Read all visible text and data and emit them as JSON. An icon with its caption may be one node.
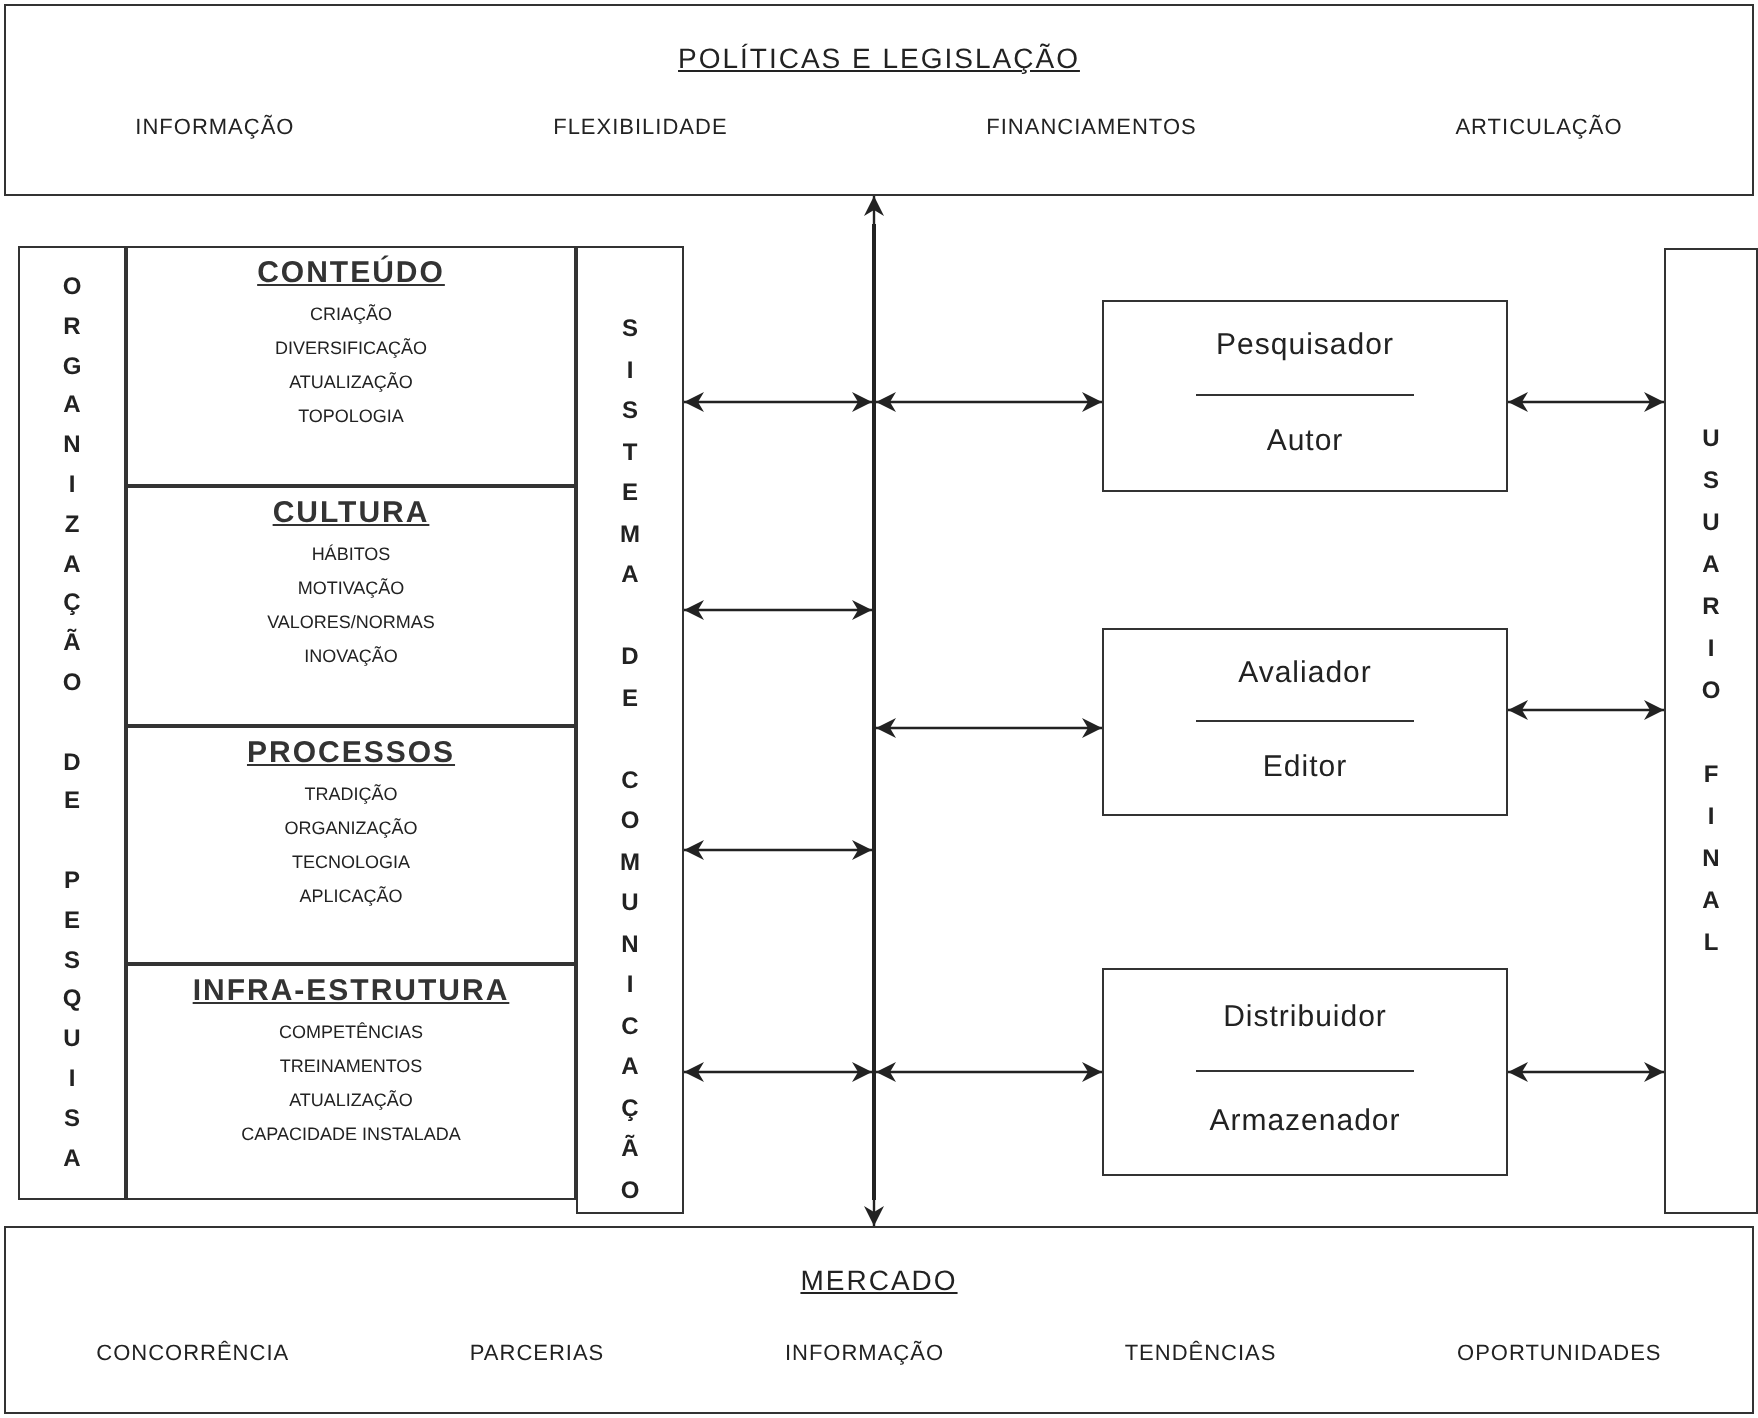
{
  "diagram": {
    "nodes": [
      {
        "text": [
          "POLÍTICAS E LEGISLAÇÃO",
          "INFORMAÇÃO",
          "FLEXIBILIDADE",
          "FINANCIAMENTOS",
          "ARTICULAÇÃO"
        ]
      },
      {
        "text": [
          "ORGANIZAÇÃO DE PESQUISA"
        ]
      },
      {
        "text": [
          "CONTEÚDO",
          "CRIAÇÃO",
          "DIVERSIFICAÇÃO",
          "ATUALIZAÇÃO",
          "TOPOLOGIA"
        ]
      },
      {
        "text": [
          "CULTURA",
          "HÁBITOS",
          "MOTIVAÇÃO",
          "VALORES/NORMAS",
          "INOVAÇÃO"
        ]
      },
      {
        "text": [
          "PROCESSOS",
          "TRADIÇÃO",
          "ORGANIZAÇÃO",
          "TECNOLOGIA",
          "APLICAÇÃO"
        ]
      },
      {
        "text": [
          "INFRA-ESTRUTURA",
          "COMPETÊNCIAS",
          "TREINAMENTOS",
          "ATUALIZAÇÃO",
          "CAPACIDADE INSTALADA"
        ]
      },
      {
        "text": [
          "SISTEMA DE COMUNICAÇÃO"
        ]
      },
      {
        "text": [],
        "shape": "bar"
      },
      {
        "text": [
          "Pesquisador",
          "Autor"
        ]
      },
      {
        "text": [
          "Avaliador",
          "Editor"
        ]
      },
      {
        "text": [
          "Distribuidor",
          "Armazenador"
        ]
      },
      {
        "text": [
          "USUARIO FINAL"
        ]
      },
      {
        "text": [
          "MERCADO",
          "CONCORRÊNCIA",
          "PARCERIAS",
          "INFORMAÇÃO",
          "TENDÊNCIAS",
          "OPORTUNIDADES"
        ]
      }
    ],
    "edges": [
      {
        "from": 7,
        "to": 0,
        "arrow": "to"
      },
      {
        "from": 7,
        "to": 12,
        "arrow": "to"
      },
      {
        "from": 6,
        "to": 7,
        "arrow": "both"
      },
      {
        "from": 6,
        "to": 7,
        "arrow": "both"
      },
      {
        "from": 6,
        "to": 7,
        "arrow": "both"
      },
      {
        "from": 6,
        "to": 7,
        "arrow": "both"
      },
      {
        "from": 7,
        "to": 8,
        "arrow": "both"
      },
      {
        "from": 7,
        "to": 9,
        "arrow": "both"
      },
      {
        "from": 7,
        "to": 10,
        "arrow": "both"
      },
      {
        "from": 8,
        "to": 11,
        "arrow": "both"
      },
      {
        "from": 9,
        "to": 11,
        "arrow": "both"
      },
      {
        "from": 10,
        "to": 11,
        "arrow": "both"
      }
    ]
  }
}
